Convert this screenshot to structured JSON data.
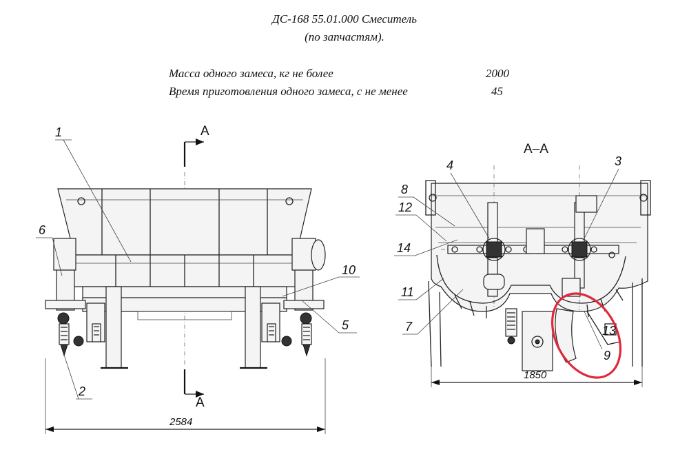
{
  "header": {
    "title_line1": "ДС-168 55.01.000 Смеситель",
    "title_line2": "(по запчастям)."
  },
  "specs": [
    {
      "label": "Масса одного замеса, кг не более",
      "value": "2000"
    },
    {
      "label": "Время приготовления одного замеса, с не менее",
      "value": "45"
    }
  ],
  "front_view": {
    "section_mark": "A",
    "dimension": "2584",
    "callouts": {
      "c1": "1",
      "c2": "2",
      "c5": "5",
      "c6": "6",
      "c10": "10"
    }
  },
  "section_view": {
    "title": "A–A",
    "dimension": "1850",
    "callouts": {
      "c3": "3",
      "c4": "4",
      "c7": "7",
      "c8": "8",
      "c9": "9",
      "c11": "11",
      "c12": "12",
      "c13": "13",
      "c14": "14"
    }
  },
  "highlight": {
    "color": "#e0283a"
  }
}
